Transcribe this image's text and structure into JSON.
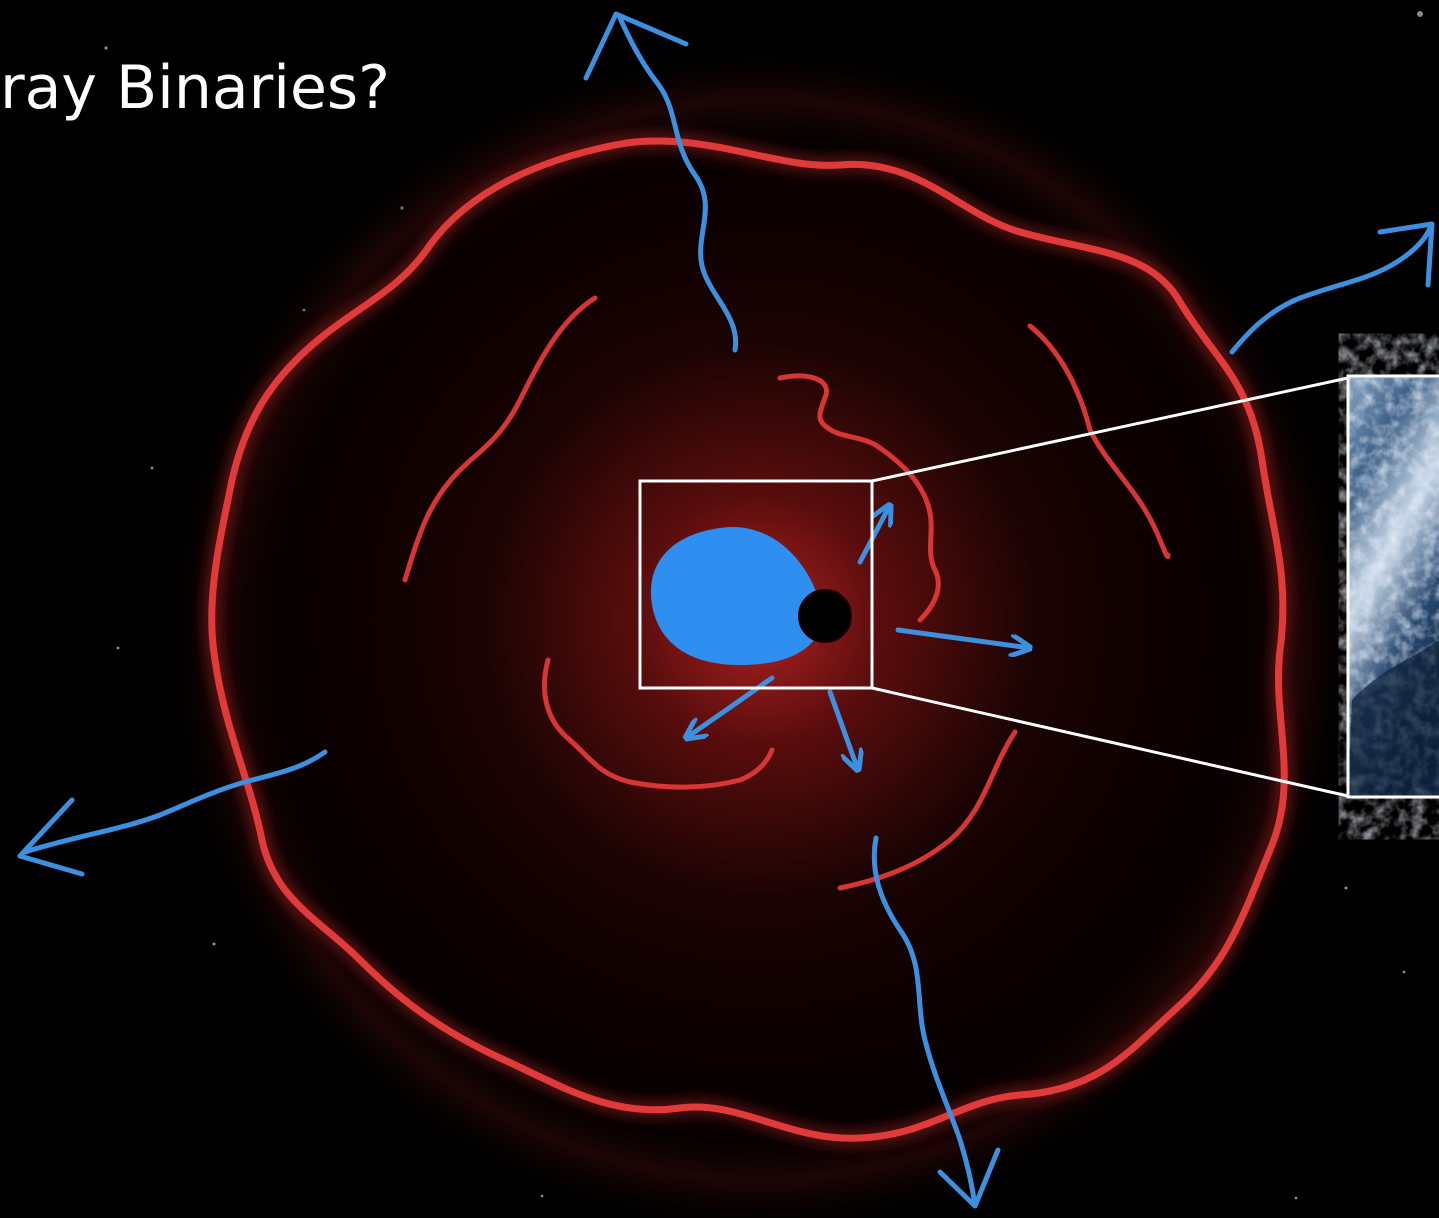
{
  "slide": {
    "title": "ray Binaries?"
  },
  "colors": {
    "background": "#000000",
    "shell": "#e03a3a",
    "glow": "#7a1414",
    "wind_arrows": "#3d8fe0",
    "donor_star": "#2f8ff0",
    "compact_object": "#000000",
    "zoom_box": "#ffffff"
  },
  "icons": {
    "donor_star": "blue-star",
    "compact_object": "black-hole",
    "inset": "clumpy-wind-simulation-image"
  }
}
